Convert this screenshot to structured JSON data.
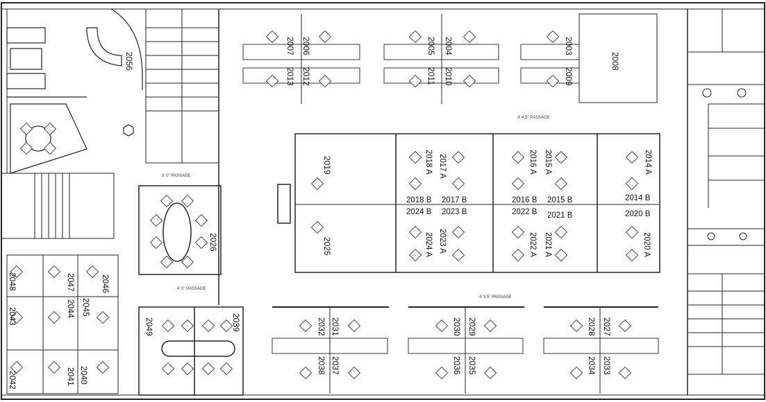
{
  "plan": {
    "rooms": [
      {
        "id": "2056",
        "label": "2056"
      },
      {
        "id": "2007",
        "label": "2007"
      },
      {
        "id": "2006",
        "label": "2006"
      },
      {
        "id": "2013",
        "label": "2013"
      },
      {
        "id": "2012",
        "label": "2012"
      },
      {
        "id": "2005",
        "label": "2005"
      },
      {
        "id": "2004",
        "label": "2004"
      },
      {
        "id": "2011",
        "label": "2011"
      },
      {
        "id": "2010",
        "label": "2010"
      },
      {
        "id": "2003",
        "label": "2003"
      },
      {
        "id": "2009",
        "label": "2009"
      },
      {
        "id": "2008",
        "label": "2008"
      },
      {
        "id": "2019",
        "label": "2019"
      },
      {
        "id": "2025",
        "label": "2025"
      },
      {
        "id": "2026",
        "label": "2026"
      },
      {
        "id": "2018A",
        "label": "2018 A"
      },
      {
        "id": "2017A",
        "label": "2017 A"
      },
      {
        "id": "2016A",
        "label": "2016 A"
      },
      {
        "id": "2015A",
        "label": "2015 A"
      },
      {
        "id": "2014A",
        "label": "2014 A"
      },
      {
        "id": "2018B",
        "label": "2018 B"
      },
      {
        "id": "2017B",
        "label": "2017 B"
      },
      {
        "id": "2016B",
        "label": "2016 B"
      },
      {
        "id": "2015B",
        "label": "2015 B"
      },
      {
        "id": "2014B",
        "label": "2014 B"
      },
      {
        "id": "2024B",
        "label": "2024 B"
      },
      {
        "id": "2023B",
        "label": "2023 B"
      },
      {
        "id": "2022B",
        "label": "2022 B"
      },
      {
        "id": "2021B",
        "label": "2021 B"
      },
      {
        "id": "2020B",
        "label": "2020 B"
      },
      {
        "id": "2024A",
        "label": "2024 A"
      },
      {
        "id": "2023A",
        "label": "2023 A"
      },
      {
        "id": "2022A",
        "label": "2022 A"
      },
      {
        "id": "2021A",
        "label": "2021 A"
      },
      {
        "id": "2020A",
        "label": "2020 A"
      },
      {
        "id": "2048",
        "label": "2048"
      },
      {
        "id": "2047",
        "label": "2047"
      },
      {
        "id": "2046",
        "label": "2046"
      },
      {
        "id": "2043",
        "label": "2043"
      },
      {
        "id": "2044",
        "label": "2044"
      },
      {
        "id": "2045",
        "label": "2045"
      },
      {
        "id": "2042",
        "label": "2042"
      },
      {
        "id": "2041",
        "label": "2041"
      },
      {
        "id": "2040",
        "label": "2040"
      },
      {
        "id": "2049",
        "label": "2049"
      },
      {
        "id": "2039",
        "label": "2039"
      },
      {
        "id": "2032",
        "label": "2032"
      },
      {
        "id": "2031",
        "label": "2031"
      },
      {
        "id": "2038",
        "label": "2038"
      },
      {
        "id": "2037",
        "label": "2037"
      },
      {
        "id": "2030",
        "label": "2030"
      },
      {
        "id": "2029",
        "label": "2029"
      },
      {
        "id": "2036",
        "label": "2036"
      },
      {
        "id": "2035",
        "label": "2035"
      },
      {
        "id": "2028",
        "label": "2028"
      },
      {
        "id": "2027",
        "label": "2027"
      },
      {
        "id": "2034",
        "label": "2034"
      },
      {
        "id": "2033",
        "label": "2033"
      }
    ],
    "passages": [
      {
        "id": "p-top",
        "label": "4' 4.5\" PASSAGE"
      },
      {
        "id": "p-bottom",
        "label": "4' 5.5\" PASSAGE"
      },
      {
        "id": "p-left",
        "label": "4' 0\" PASSAGE"
      },
      {
        "id": "p-mid",
        "label": "3' 0\" PASSAGE"
      }
    ]
  }
}
